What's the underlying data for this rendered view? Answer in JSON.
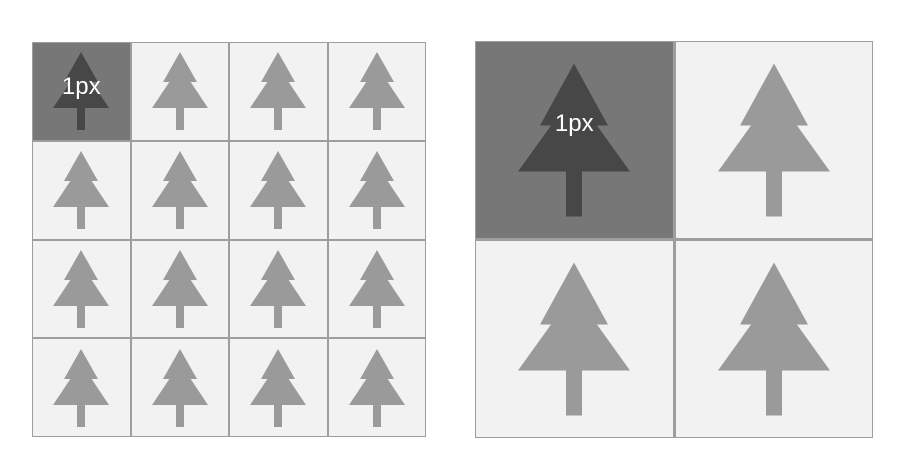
{
  "left_grid": {
    "rows": 4,
    "cols": 4,
    "highlighted_cell_label": "1px"
  },
  "right_grid": {
    "rows": 2,
    "cols": 2,
    "highlighted_cell_label": "1px"
  },
  "icon": "pine-tree-icon",
  "colors": {
    "cell_background": "#f2f2f2",
    "highlight_background": "#777777",
    "tree": "#9a9a9a",
    "highlight_tree": "#474747",
    "grid_lines": "#9e9e9e",
    "label": "#ffffff"
  }
}
